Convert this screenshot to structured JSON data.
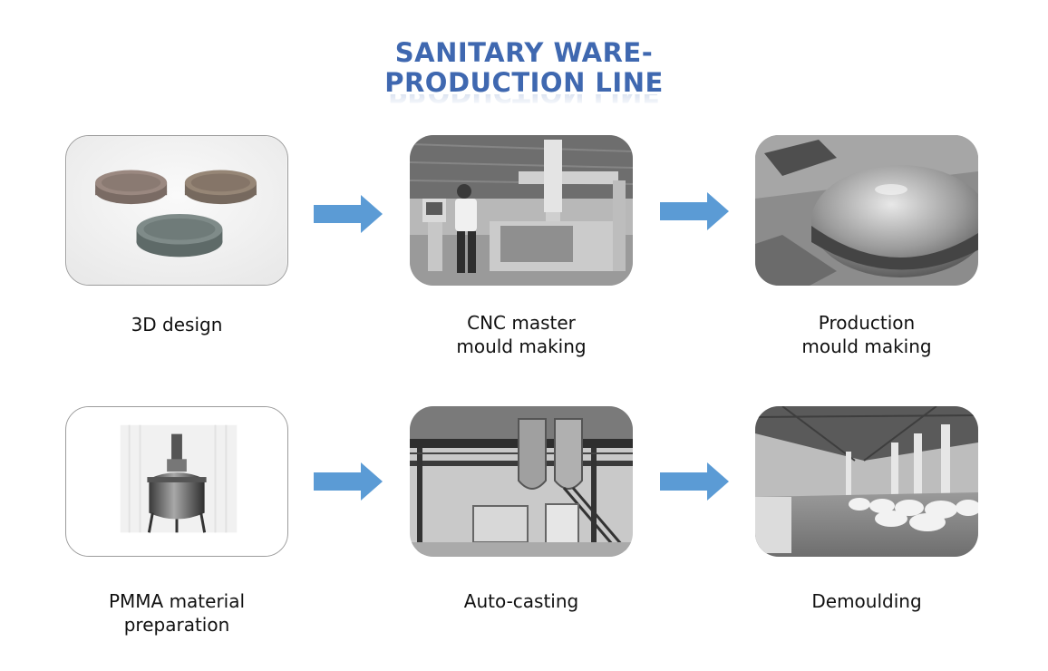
{
  "title": {
    "line1": "SANITARY WARE-",
    "line2": "PRODUCTION LINE"
  },
  "steps": [
    {
      "lines": [
        "3D design"
      ]
    },
    {
      "lines": [
        "CNC master",
        "mould making"
      ]
    },
    {
      "lines": [
        "Production",
        "mould making"
      ]
    },
    {
      "lines": [
        "PMMA material",
        "preparation"
      ]
    },
    {
      "lines": [
        "Auto-casting"
      ]
    },
    {
      "lines": [
        "Demoulding"
      ]
    }
  ],
  "colors": {
    "title": "#3f68b0",
    "arrow": "#5b9bd5"
  },
  "icons": {
    "arrow": "right-arrow-icon"
  }
}
